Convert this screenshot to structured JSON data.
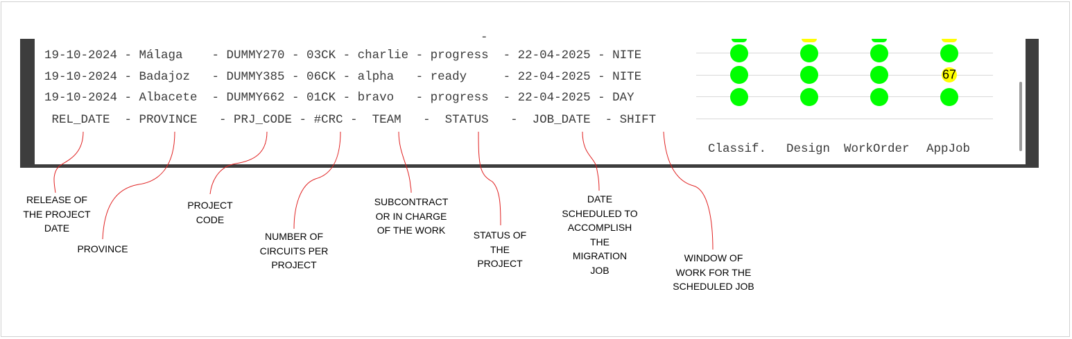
{
  "data_rows": [
    {
      "text": "19-10-2024 - Málaga    - DUMMY270 - 03CK - charlie - progress  - 22-04-2025 - NITE"
    },
    {
      "text": "19-10-2024 - Badajoz   - DUMMY385 - 06CK - alpha   - ready     - 22-04-2025 - NITE"
    },
    {
      "text": "19-10-2024 - Albacete  - DUMMY662 - 01CK - bravo   - progress  - 22-04-2025 - DAY"
    }
  ],
  "header_row": " REL_DATE  - PROVINCE   - PRJ_CODE - #CRC -  TEAM   -  STATUS   -  JOB_DATE  - SHIFT",
  "partial_top_char": "-",
  "status_columns": [
    "Classif.",
    "Design",
    "WorkOrder",
    "AppJob"
  ],
  "status_grid": [
    [
      "green",
      "green",
      "green",
      "green"
    ],
    [
      "green",
      "green",
      "green",
      "yellow"
    ],
    [
      "green",
      "green",
      "green",
      "green"
    ]
  ],
  "status_partial_top": [
    "green",
    "yellow",
    "green",
    "yellow"
  ],
  "yellow_badge_text": "67",
  "colors": {
    "green": "#00ff00",
    "yellow": "#ffff00",
    "leader": "#e02020",
    "screen_border": "#3d3d3d"
  },
  "callouts": [
    {
      "id": "rel-date",
      "text": "RELEASE OF\nTHE PROJECT\nDATE"
    },
    {
      "id": "province",
      "text": "PROVINCE"
    },
    {
      "id": "prj-code",
      "text": "PROJECT\nCODE"
    },
    {
      "id": "crc",
      "text": "NUMBER OF\nCIRCUITS PER\nPROJECT"
    },
    {
      "id": "team",
      "text": "SUBCONTRACT\nOR IN CHARGE\nOF THE WORK"
    },
    {
      "id": "status",
      "text": "STATUS OF\nTHE\nPROJECT"
    },
    {
      "id": "job-date",
      "text": "DATE\nSCHEDULED TO\nACCOMPLISH\nTHE\nMIGRATION\nJOB"
    },
    {
      "id": "shift",
      "text": "WINDOW OF\nWORK FOR THE\nSCHEDULED JOB"
    }
  ]
}
